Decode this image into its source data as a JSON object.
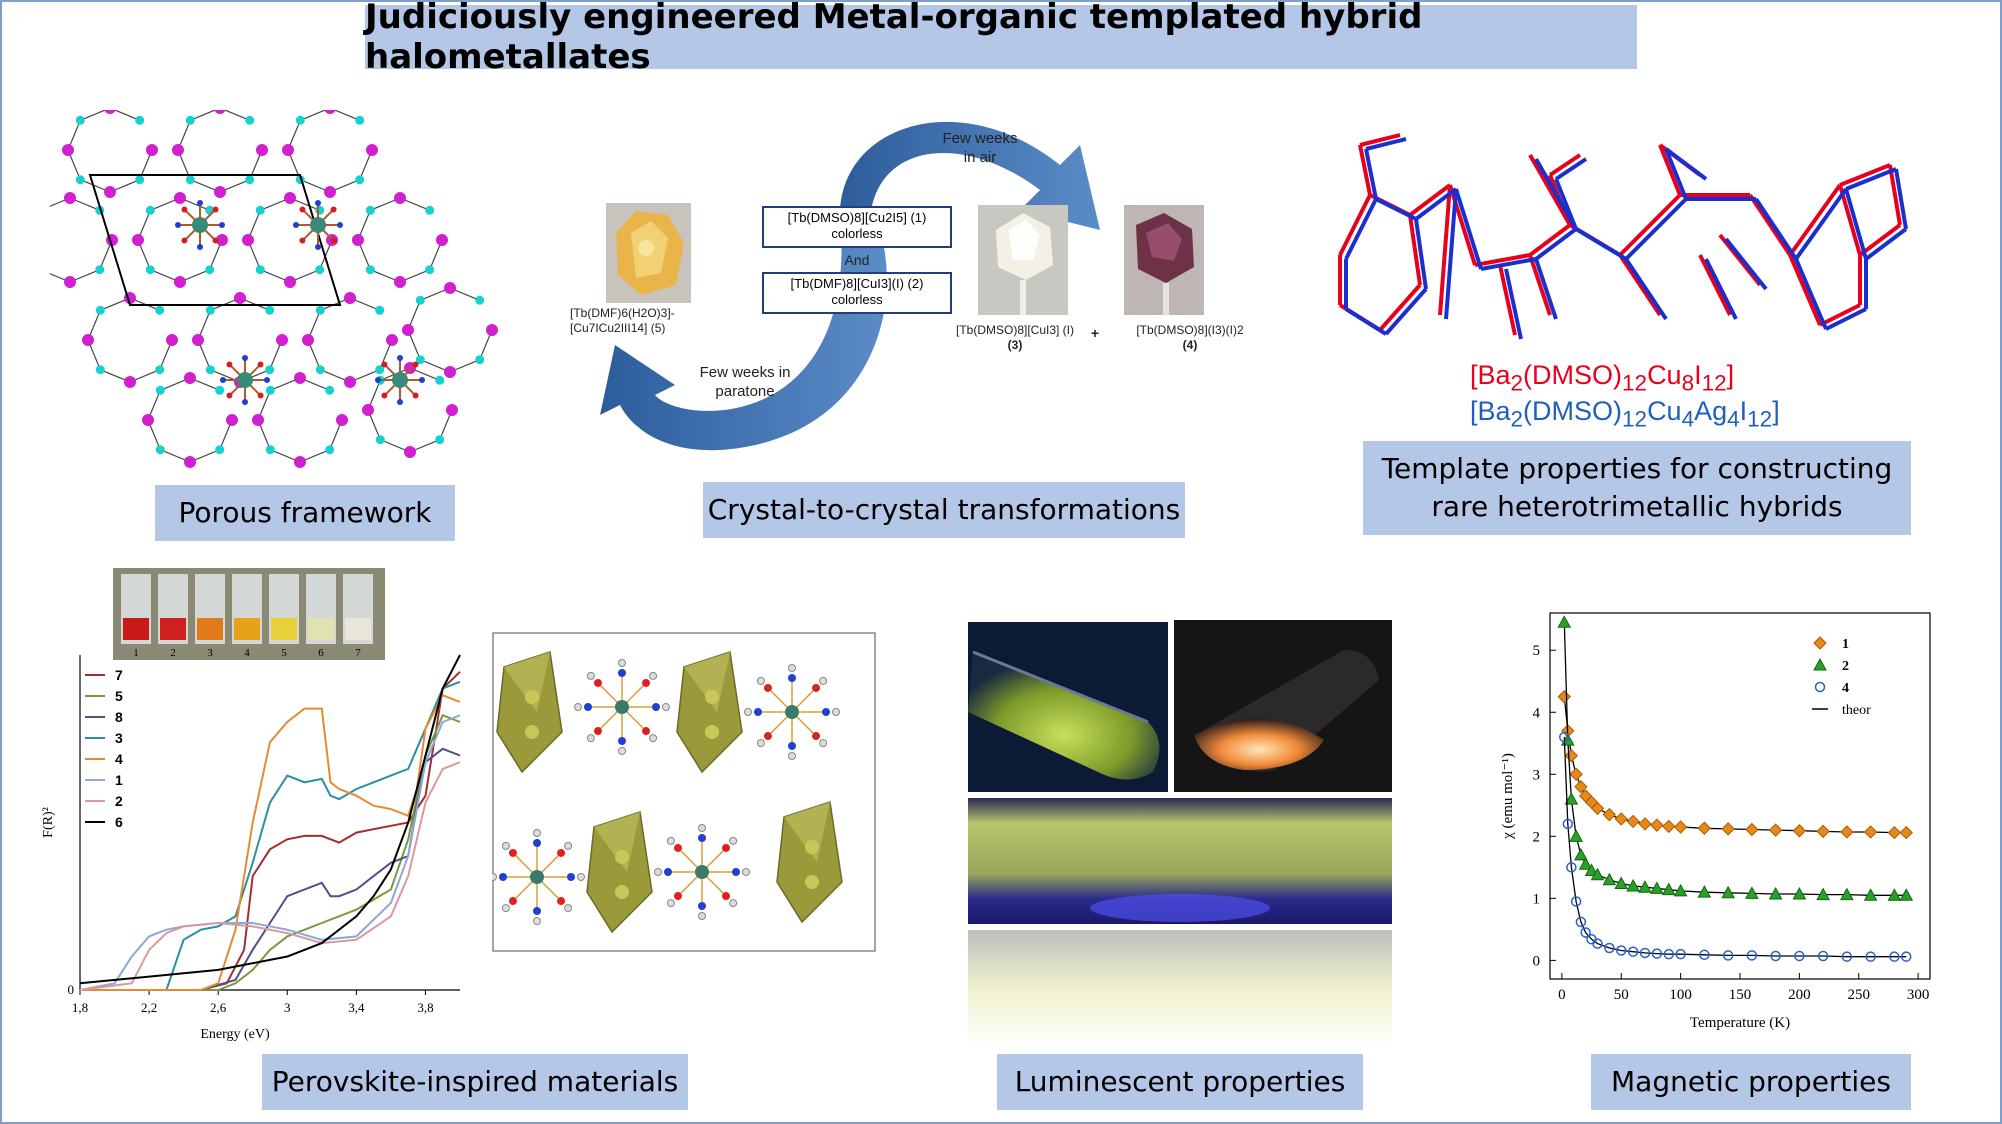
{
  "title": "Judiciously engineered Metal-organic templated hybrid halometallates",
  "labels": {
    "porous": "Porous framework",
    "transform": "Crystal-to-crystal transformations",
    "template_line1": "Template properties for constructing",
    "template_line2": "rare heterotrimetallic hybrids",
    "perovskite": "Perovskite-inspired materials",
    "luminescent": "Luminescent properties",
    "magnetic": "Magnetic properties"
  },
  "transform": {
    "few_weeks_air_1": "Few weeks",
    "few_weeks_air_2": "in air",
    "few_weeks_paratone_1": "Few weeks in",
    "few_weeks_paratone_2": "paratone",
    "box1_line1": "[Tb(DMSO)8][Cu2I5] (1)",
    "box1_line2": "colorless",
    "and": "And",
    "box2_line1": "[Tb(DMF)8][CuI3](I) (2)",
    "box2_line2": "colorless",
    "cmp5_line1": "[Tb(DMF)6(H2O)3]-",
    "cmp5_line2": "[Cu7ICu2III14] (5)",
    "cmp3_line1": "[Tb(DMSO)8][CuI3] (I)",
    "cmp3_line2": "(3)",
    "plus": "+",
    "cmp4_line1": "[Tb(DMSO)8](I3)(I)2",
    "cmp4_line2": "(4)"
  },
  "template": {
    "formula_red": "[Ba2(DMSO)12Cu8I12]",
    "formula_blue": "[Ba2(DMSO)12Cu4Ag4I12]",
    "color_red": "#e8001c",
    "color_blue": "#1f5fc0"
  },
  "vials": [
    "1",
    "2",
    "3",
    "4",
    "5",
    "6",
    "7"
  ],
  "colors": {
    "accent_box": "#b4c7e7",
    "arrow": "#3a6fb0"
  },
  "chart_data": [
    {
      "type": "line",
      "xlabel": "Energy (eV)",
      "ylabel": "F(R)²",
      "x_ticks": [
        "1,8",
        "2,2",
        "2,6",
        "3",
        "3,4",
        "3,8"
      ],
      "y_ticks": [
        "0"
      ],
      "xlim": [
        1.8,
        4.0
      ],
      "ylim": [
        0,
        1.0
      ],
      "legend": "left",
      "series": [
        {
          "name": "7",
          "color": "#a03030",
          "x": [
            1.8,
            2.5,
            2.65,
            2.75,
            2.8,
            2.9,
            3.0,
            3.1,
            3.2,
            3.3,
            3.4,
            3.5,
            3.6,
            3.7,
            3.75,
            3.8,
            3.9,
            4.0
          ],
          "y": [
            0,
            0,
            0.02,
            0.12,
            0.34,
            0.42,
            0.45,
            0.46,
            0.46,
            0.44,
            0.47,
            0.48,
            0.49,
            0.5,
            0.54,
            0.58,
            0.9,
            0.95
          ]
        },
        {
          "name": "5",
          "color": "#7a9a3a",
          "x": [
            1.8,
            2.6,
            2.7,
            2.8,
            2.9,
            3.0,
            3.2,
            3.4,
            3.6,
            3.7,
            3.8,
            3.9,
            4.0
          ],
          "y": [
            0,
            0,
            0.02,
            0.06,
            0.12,
            0.16,
            0.2,
            0.24,
            0.3,
            0.45,
            0.7,
            0.82,
            0.8
          ]
        },
        {
          "name": "8",
          "color": "#5a4a8a",
          "x": [
            1.8,
            2.5,
            2.7,
            2.8,
            2.9,
            3.0,
            3.1,
            3.2,
            3.25,
            3.3,
            3.4,
            3.5,
            3.6,
            3.7,
            3.75,
            3.8,
            3.9,
            4.0
          ],
          "y": [
            0,
            0,
            0.03,
            0.12,
            0.2,
            0.28,
            0.3,
            0.32,
            0.28,
            0.28,
            0.3,
            0.34,
            0.38,
            0.4,
            0.55,
            0.68,
            0.72,
            0.7
          ]
        },
        {
          "name": "3",
          "color": "#2a8fa0",
          "x": [
            1.8,
            2.3,
            2.4,
            2.5,
            2.6,
            2.7,
            2.8,
            2.9,
            3.0,
            3.1,
            3.2,
            3.25,
            3.3,
            3.4,
            3.5,
            3.6,
            3.7,
            3.75,
            3.8,
            3.9,
            4.0
          ],
          "y": [
            0,
            0,
            0.15,
            0.18,
            0.19,
            0.22,
            0.38,
            0.56,
            0.64,
            0.62,
            0.63,
            0.58,
            0.57,
            0.6,
            0.62,
            0.64,
            0.66,
            0.72,
            0.78,
            0.9,
            0.92
          ]
        },
        {
          "name": "4",
          "color": "#e58a30",
          "x": [
            1.8,
            2.5,
            2.6,
            2.7,
            2.8,
            2.9,
            3.0,
            3.1,
            3.2,
            3.25,
            3.3,
            3.4,
            3.5,
            3.6,
            3.7,
            3.75,
            3.8,
            3.9,
            4.0
          ],
          "y": [
            0,
            0,
            0.02,
            0.18,
            0.5,
            0.74,
            0.8,
            0.84,
            0.84,
            0.62,
            0.6,
            0.58,
            0.55,
            0.54,
            0.52,
            0.6,
            0.78,
            0.88,
            0.86
          ]
        },
        {
          "name": "1",
          "color": "#8aa8d8",
          "x": [
            1.8,
            2.0,
            2.1,
            2.2,
            2.3,
            2.4,
            2.6,
            2.8,
            3.0,
            3.2,
            3.4,
            3.6,
            3.7,
            3.8,
            3.9,
            4.0
          ],
          "y": [
            0,
            0.02,
            0.1,
            0.16,
            0.18,
            0.19,
            0.2,
            0.2,
            0.18,
            0.15,
            0.16,
            0.26,
            0.4,
            0.68,
            0.8,
            0.82
          ]
        },
        {
          "name": "2",
          "color": "#d89a9a",
          "x": [
            1.8,
            2.1,
            2.2,
            2.3,
            2.4,
            2.6,
            2.8,
            3.0,
            3.2,
            3.4,
            3.6,
            3.7,
            3.8,
            3.9,
            4.0
          ],
          "y": [
            0,
            0.02,
            0.12,
            0.17,
            0.19,
            0.2,
            0.19,
            0.17,
            0.14,
            0.15,
            0.22,
            0.34,
            0.56,
            0.66,
            0.68
          ]
        },
        {
          "name": "6",
          "color": "#000000",
          "x": [
            1.8,
            2.2,
            2.6,
            3.0,
            3.2,
            3.4,
            3.5,
            3.6,
            3.7,
            3.8,
            3.9,
            4.0
          ],
          "y": [
            0.02,
            0.04,
            0.06,
            0.1,
            0.14,
            0.22,
            0.28,
            0.36,
            0.5,
            0.7,
            0.9,
            1.0
          ]
        }
      ]
    },
    {
      "type": "scatter",
      "xlabel": "Temperature (K)",
      "ylabel": "χ (emu mol⁻¹)",
      "x_ticks": [
        "0",
        "50",
        "100",
        "150",
        "200",
        "250",
        "300"
      ],
      "y_ticks": [
        "0",
        "1",
        "2",
        "3",
        "4",
        "5"
      ],
      "xlim": [
        -10,
        310
      ],
      "ylim": [
        -0.3,
        5.6
      ],
      "legend": "top-right",
      "series": [
        {
          "name": "1",
          "marker": "diamond",
          "color": "#e58a1a",
          "x": [
            2,
            5,
            8,
            12,
            16,
            20,
            25,
            30,
            40,
            50,
            60,
            70,
            80,
            90,
            100,
            120,
            140,
            160,
            180,
            200,
            220,
            240,
            260,
            280,
            290
          ],
          "y": [
            4.25,
            3.7,
            3.3,
            3.0,
            2.8,
            2.65,
            2.55,
            2.45,
            2.35,
            2.28,
            2.24,
            2.2,
            2.18,
            2.16,
            2.15,
            2.13,
            2.12,
            2.11,
            2.1,
            2.09,
            2.08,
            2.07,
            2.07,
            2.06,
            2.06
          ]
        },
        {
          "name": "2",
          "marker": "triangle",
          "color": "#2aa02a",
          "x": [
            2,
            5,
            8,
            12,
            16,
            20,
            25,
            30,
            40,
            50,
            60,
            70,
            80,
            90,
            100,
            120,
            140,
            160,
            180,
            200,
            220,
            240,
            260,
            280,
            290
          ],
          "y": [
            5.45,
            3.55,
            2.6,
            2.0,
            1.7,
            1.55,
            1.45,
            1.38,
            1.3,
            1.24,
            1.2,
            1.18,
            1.16,
            1.14,
            1.12,
            1.1,
            1.09,
            1.08,
            1.07,
            1.07,
            1.06,
            1.06,
            1.05,
            1.05,
            1.05
          ]
        },
        {
          "name": "4",
          "marker": "circle",
          "color": "#2a5fd0",
          "x": [
            2,
            5,
            8,
            12,
            16,
            20,
            25,
            30,
            40,
            50,
            60,
            70,
            80,
            90,
            100,
            120,
            140,
            160,
            180,
            200,
            220,
            240,
            260,
            280,
            290
          ],
          "y": [
            3.6,
            2.2,
            1.5,
            0.95,
            0.62,
            0.45,
            0.34,
            0.27,
            0.2,
            0.16,
            0.14,
            0.12,
            0.11,
            0.1,
            0.1,
            0.09,
            0.08,
            0.08,
            0.07,
            0.07,
            0.07,
            0.06,
            0.06,
            0.06,
            0.06
          ]
        },
        {
          "name": "theor",
          "marker": "line",
          "color": "#000000"
        }
      ]
    }
  ]
}
